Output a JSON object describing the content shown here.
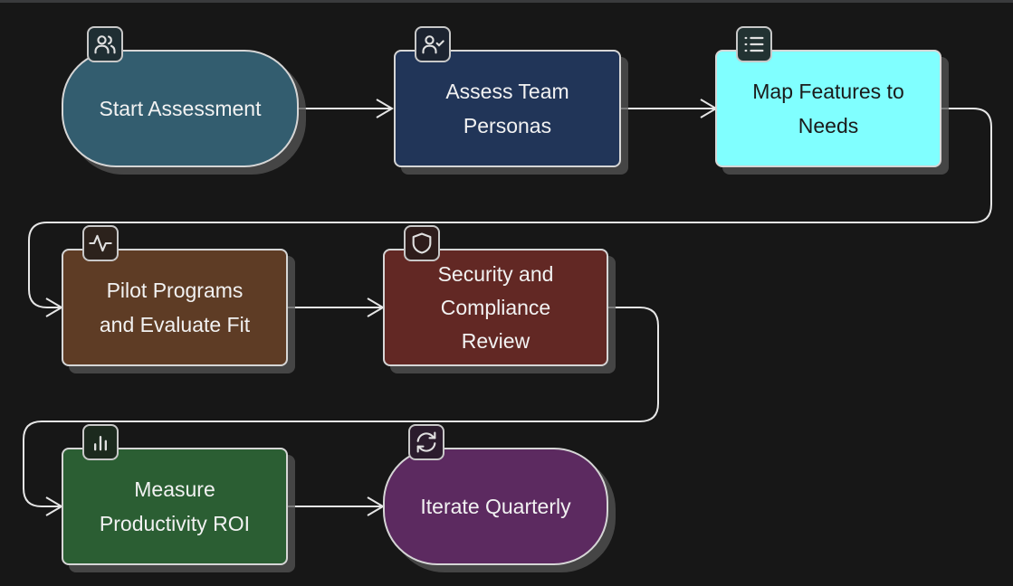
{
  "diagram": {
    "type": "flowchart",
    "direction": "left-to-right, wrapping rows",
    "background_color": "#171717",
    "nodes": [
      {
        "id": "start",
        "label": "Start Assessment",
        "shape": "stadium",
        "fill": "#335d6f",
        "text_color": "#f2f2f2",
        "icon": "users-icon",
        "icon_bg": "#1f2e33"
      },
      {
        "id": "personas",
        "label": "Assess Team\nPersonas",
        "shape": "rect",
        "fill": "#213558",
        "text_color": "#f2f2f2",
        "icon": "user-check-icon",
        "icon_bg": "#1c2330"
      },
      {
        "id": "features",
        "label": "Map Features to\nNeeds",
        "shape": "rect",
        "fill": "#80ffff",
        "text_color": "#1a1a1a",
        "icon": "list-icon",
        "icon_bg": "#223232"
      },
      {
        "id": "pilot",
        "label": "Pilot Programs\nand Evaluate Fit",
        "shape": "rect",
        "fill": "#5e3c25",
        "text_color": "#f2f2f2",
        "icon": "activity-icon",
        "icon_bg": "#2c221c"
      },
      {
        "id": "security",
        "label": "Security and\nCompliance\nReview",
        "shape": "rect",
        "fill": "#622824",
        "text_color": "#f2f2f2",
        "icon": "shield-icon",
        "icon_bg": "#2e1c1b"
      },
      {
        "id": "measure",
        "label": "Measure\nProductivity ROI",
        "shape": "rect",
        "fill": "#2b5e33",
        "text_color": "#f2f2f2",
        "icon": "bar-chart-icon",
        "icon_bg": "#1c2a1e"
      },
      {
        "id": "iterate",
        "label": "Iterate Quarterly",
        "shape": "stadium",
        "fill": "#5c2a60",
        "text_color": "#f2f2f2",
        "icon": "refresh-icon",
        "icon_bg": "#2b1c2d"
      }
    ],
    "edges": [
      {
        "from": "start",
        "to": "personas"
      },
      {
        "from": "personas",
        "to": "features"
      },
      {
        "from": "features",
        "to": "pilot"
      },
      {
        "from": "pilot",
        "to": "security"
      },
      {
        "from": "security",
        "to": "measure"
      },
      {
        "from": "measure",
        "to": "iterate"
      }
    ],
    "edge_color": "#e6e6e6",
    "border_color": "#d6d6d6"
  }
}
